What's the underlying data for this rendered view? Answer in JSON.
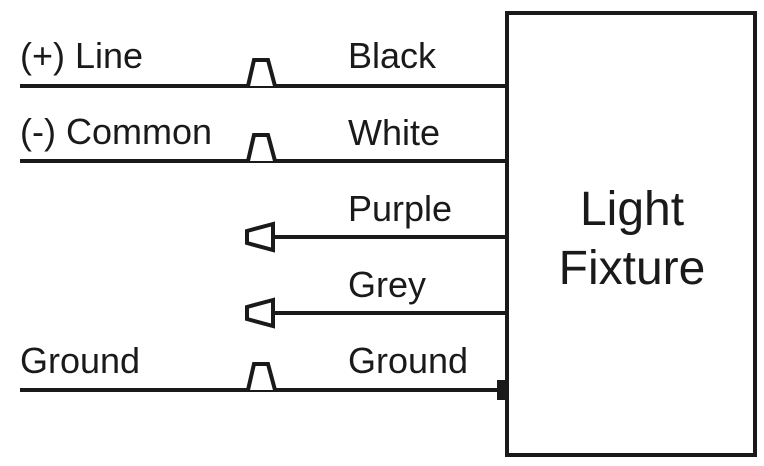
{
  "source_labels": {
    "line": "(+) Line",
    "common": "(-) Common",
    "ground": "Ground"
  },
  "wire_labels": {
    "black": "Black",
    "white": "White",
    "purple": "Purple",
    "grey": "Grey",
    "ground": "Ground"
  },
  "fixture": {
    "line1": "Light",
    "line2": "Fixture"
  },
  "colors": {
    "ink": "#1a1a1a",
    "background": "#ffffff"
  }
}
